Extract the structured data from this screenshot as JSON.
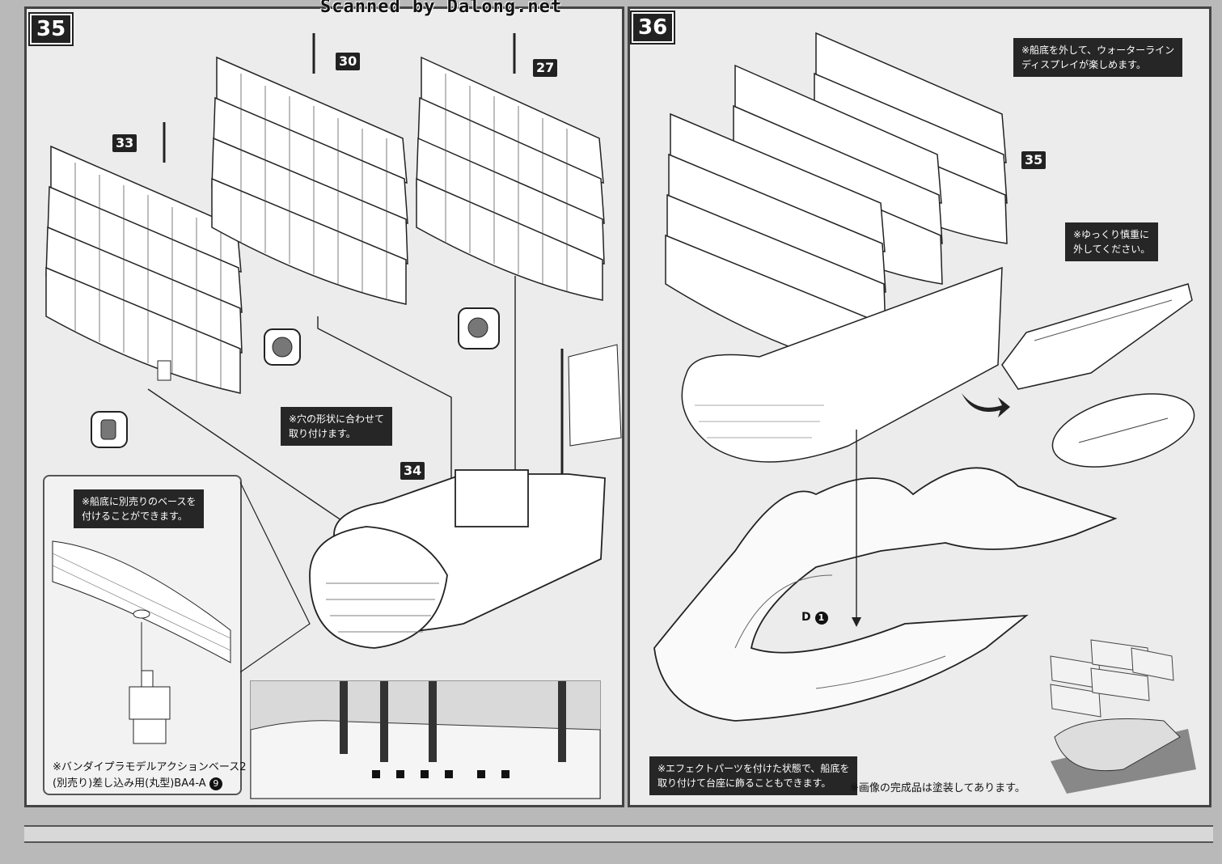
{
  "header": {
    "scan_credit": "Scanned by Dalong.net"
  },
  "left_page": {
    "step": "35",
    "parts": {
      "mast_a": "33",
      "mast_b": "30",
      "mast_c": "27",
      "hull": "34"
    },
    "notes": {
      "align_holes": [
        "※穴の形状に合わせて",
        "取り付けます。"
      ],
      "base_option": [
        "※船底に別売りのベースを",
        "付けることができます。"
      ]
    },
    "base_caption": [
      "※バンダイプラモデルアクションベース2",
      "(別売り)差し込み用(丸型)BA4-A",
      "9"
    ]
  },
  "right_page": {
    "step": "36",
    "parts": {
      "mast": "35",
      "effect": "D",
      "effect_num": "1"
    },
    "notes": {
      "waterline": [
        "※船底を外して、ウォーターライン",
        "ディスプレイが楽しめます。"
      ],
      "careful": [
        "※ゆっくり慎重に",
        "外してください。"
      ],
      "effect_parts": [
        "※エフェクトパーツを付けた状態で、船底を",
        "取り付けて台座に飾ることもできます。"
      ],
      "painted": "※画像の完成品は塗装してあります。"
    }
  }
}
